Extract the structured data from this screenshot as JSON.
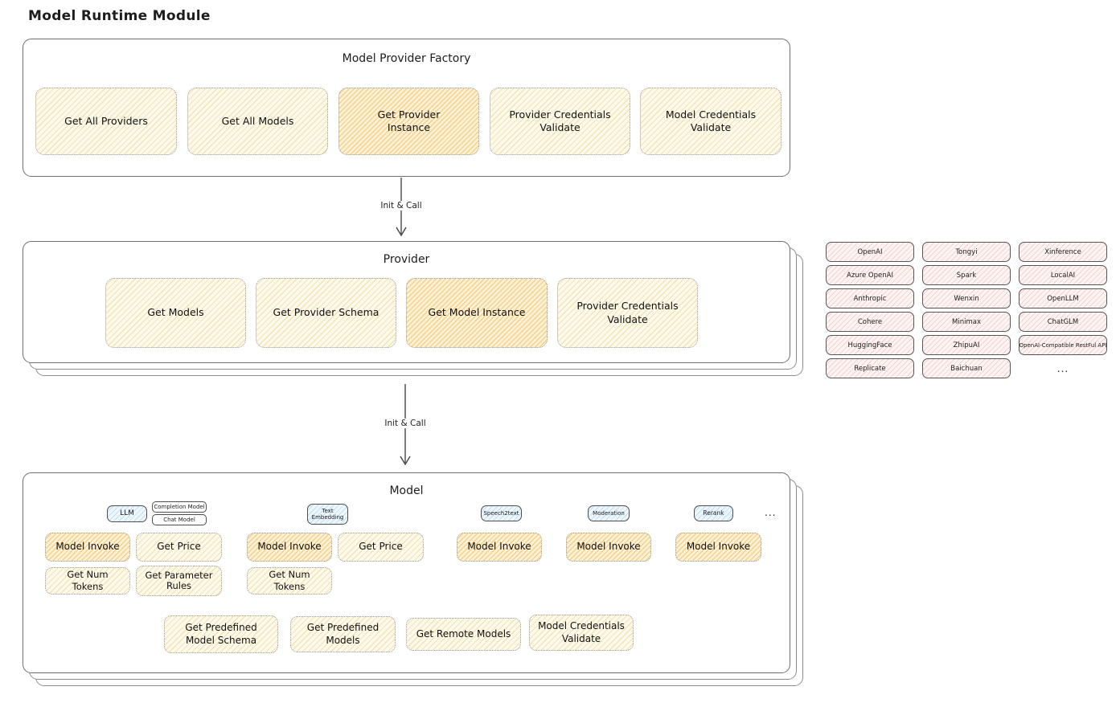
{
  "page_title": "Model Runtime Module",
  "arrows": {
    "top": "Init & Call",
    "bottom": "Init & Call"
  },
  "factory": {
    "title": "Model Provider Factory",
    "items": [
      {
        "label": "Get All Providers",
        "highlighted": false
      },
      {
        "label": "Get All Models",
        "highlighted": false
      },
      {
        "label": "Get Provider Instance",
        "highlighted": true
      },
      {
        "label": "Provider Credentials Validate",
        "highlighted": false
      },
      {
        "label": "Model Credentials Validate",
        "highlighted": false
      }
    ]
  },
  "provider": {
    "title": "Provider",
    "items": [
      {
        "label": "Get Models",
        "highlighted": false
      },
      {
        "label": "Get Provider Schema",
        "highlighted": false
      },
      {
        "label": "Get Model Instance",
        "highlighted": true
      },
      {
        "label": "Provider Credentials Validate",
        "highlighted": false
      }
    ]
  },
  "provider_list": {
    "items": [
      "OpenAI",
      "Tongyi",
      "Xinference",
      "Azure OpenAI",
      "Spark",
      "LocalAI",
      "Anthropic",
      "Wenxin",
      "OpenLLM",
      "Cohere",
      "Minimax",
      "ChatGLM",
      "HuggingFace",
      "ZhipuAI",
      "OpenAI-Compatible RestFul API",
      "Replicate",
      "Baichuan"
    ],
    "more": "..."
  },
  "model": {
    "title": "Model",
    "tabs": {
      "llm": "LLM",
      "completion_model": "Completion Model",
      "chat_model": "Chat Model",
      "text_embedding": "Text Embedding",
      "speech2text": "Speech2text",
      "moderation": "Moderation",
      "rerank": "Rerank",
      "more": "..."
    },
    "llm_functions": [
      {
        "label": "Model Invoke",
        "highlighted": true
      },
      {
        "label": "Get Price",
        "highlighted": false
      },
      {
        "label": "Get Num Tokens",
        "highlighted": false
      },
      {
        "label": "Get Parameter Rules",
        "highlighted": false
      }
    ],
    "text_embedding_functions": [
      {
        "label": "Model Invoke",
        "highlighted": true
      },
      {
        "label": "Get Price",
        "highlighted": false
      },
      {
        "label": "Get Num Tokens",
        "highlighted": false
      }
    ],
    "speech2text_functions": [
      {
        "label": "Model Invoke",
        "highlighted": true
      }
    ],
    "moderation_functions": [
      {
        "label": "Model Invoke",
        "highlighted": true
      }
    ],
    "rerank_functions": [
      {
        "label": "Model Invoke",
        "highlighted": true
      }
    ],
    "shared_functions": [
      "Get Predefined Model Schema",
      "Get Predefined Models",
      "Get Remote Models",
      "Model Credentials Validate"
    ]
  },
  "colors": {
    "yellow_fill": "#fdfaec",
    "yellow_hatch": "#e8cb80",
    "orange_fill": "#fcf2d6",
    "orange_hatch": "#f2b250",
    "blue_fill": "#eff7fd",
    "blue_hatch": "#8cc6ee",
    "pink_fill": "#fdf4f4",
    "pink_hatch": "#f0acac",
    "frame_border": "#6e6e6e",
    "text": "#1d1d1d"
  }
}
